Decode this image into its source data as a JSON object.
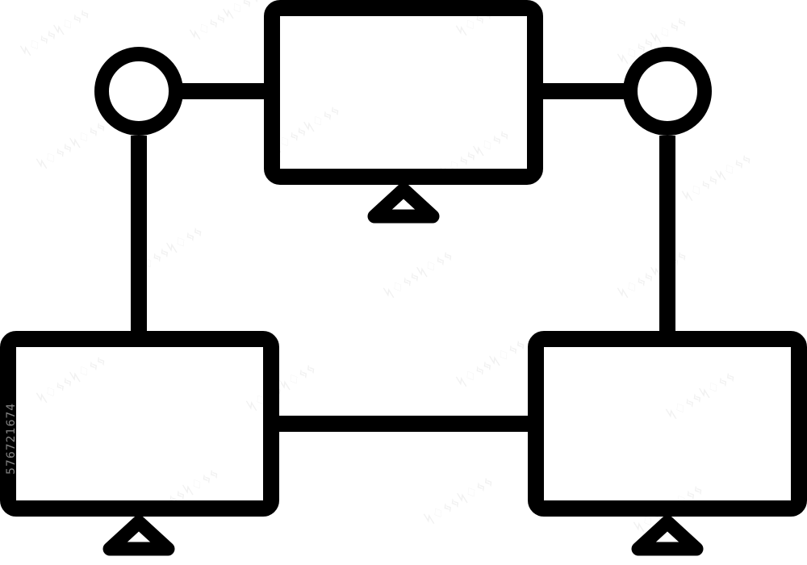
{
  "diagram": {
    "description_kind": "network-topology-icon",
    "stroke_color": "#000000",
    "background_color": "#ffffff",
    "nodes": [
      {
        "id": "monitor-top",
        "kind": "monitor"
      },
      {
        "id": "monitor-bottom-left",
        "kind": "monitor"
      },
      {
        "id": "monitor-bottom-right",
        "kind": "monitor"
      },
      {
        "id": "hub-left",
        "kind": "hub"
      },
      {
        "id": "hub-right",
        "kind": "hub"
      }
    ],
    "links": [
      [
        "hub-left",
        "monitor-top"
      ],
      [
        "monitor-top",
        "hub-right"
      ],
      [
        "hub-left",
        "monitor-bottom-left"
      ],
      [
        "hub-right",
        "monitor-bottom-right"
      ],
      [
        "monitor-bottom-left",
        "monitor-bottom-right"
      ]
    ]
  },
  "watermark": {
    "id_text": "576721674",
    "pattern_text": "ᛋ♢ᛃᛃᛋ♢ᛃᛃ",
    "color": "#9a9a9a"
  }
}
